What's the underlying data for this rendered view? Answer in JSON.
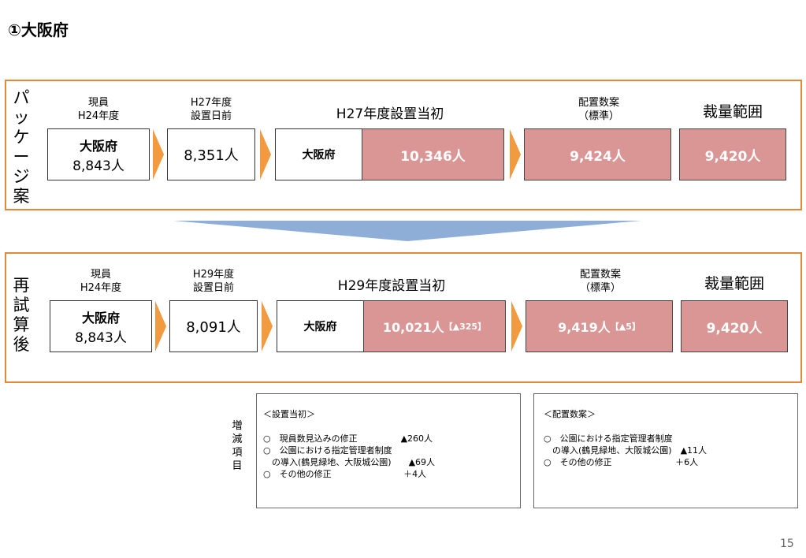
{
  "title": "①大阪府",
  "package": {
    "side_label": "パッケージ案",
    "current_header": [
      "現員",
      "H24年度"
    ],
    "before_header": [
      "H27年度",
      "設置日前"
    ],
    "initial_header": "H27年度設置当初",
    "plan_header": [
      "配置数案",
      "（標準）"
    ],
    "range_header": "裁量範囲",
    "current_name": "大阪府",
    "current_value": "8,843人",
    "before_value": "8,351人",
    "initial_name": "大阪府",
    "initial_value": "10,346人",
    "plan_value": "9,424人",
    "range_value": "9,420人"
  },
  "recalc": {
    "side_label": "再試算後",
    "current_header": [
      "現員",
      "H24年度"
    ],
    "before_header": [
      "H29年度",
      "設置日前"
    ],
    "initial_header": "H29年度設置当初",
    "plan_header": [
      "配置数案",
      "（標準）"
    ],
    "range_header": "裁量範囲",
    "current_name": "大阪府",
    "current_value": "8,843人",
    "before_value": "8,091人",
    "initial_name": "大阪府",
    "initial_value": "10,021人",
    "initial_delta": "【▲325】",
    "plan_value": "9,419人",
    "plan_delta": "【▲5】",
    "range_value": "9,420人"
  },
  "change_label": "増減項目",
  "note_initial": {
    "heading": "＜設置当初＞",
    "lines": [
      "○　現員数見込みの修正　　　　　▲260人",
      "○　公園における指定管理者制度",
      "　の導入(鶴見緑地、大阪城公園)　　▲69人",
      "○　その他の修正　　　　　　　　 ＋4人"
    ]
  },
  "note_plan": {
    "heading": "＜配置数案＞",
    "lines": [
      "○　公園における指定管理者制度",
      "　の導入(鶴見緑地、大阪城公園)　▲11人",
      "○　その他の修正　　　　　　　 ＋6人"
    ]
  },
  "page_number": "15",
  "colors": {
    "panel_border": "#e28a3a",
    "arrow": "#f29a3f",
    "pink": "#d99694",
    "transition_arrow": "#8eaed8"
  }
}
